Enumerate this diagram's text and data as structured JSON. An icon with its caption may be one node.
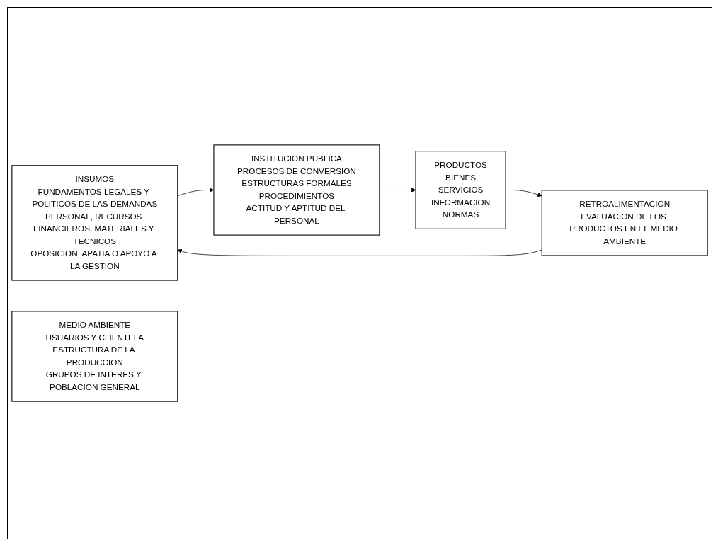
{
  "diagram": {
    "nodes": [
      {
        "text": [
          "INSUMOS",
          "FUNDAMENTOS LEGALES Y POLITICOS DE LAS DEMANDAS",
          "PERSONAL, RECURSOS FINANCIEROS, MATERIALES Y TECNICOS",
          "OPOSICION, APATIA O APOYO A LA GESTION"
        ]
      },
      {
        "text": [
          "INSTITUCION PUBLICA",
          "PROCESOS DE CONVERSION",
          "ESTRUCTURAS FORMALES",
          "PROCEDIMIENTOS",
          "ACTITUD Y APTITUD DEL PERSONAL"
        ]
      },
      {
        "text": [
          "PRODUCTOS",
          "BIENES",
          "SERVICIOS",
          "INFORMACION",
          "NORMAS"
        ]
      },
      {
        "text": [
          "RETROALIMENTACION",
          "EVALUACION DE LOS PRODUCTOS EN EL MEDIO AMBIENTE"
        ]
      },
      {
        "text": [
          "MEDIO AMBIENTE",
          "USUARIOS Y CLIENTELA",
          "ESTRUCTURA DE LA PRODUCCION",
          "GRUPOS DE INTERES Y POBLACION GENERAL"
        ]
      }
    ],
    "edges": [
      {
        "from": 0,
        "to": 1,
        "arrow": "to"
      },
      {
        "from": 1,
        "to": 2,
        "arrow": "to"
      },
      {
        "from": 2,
        "to": 3,
        "arrow": "to"
      },
      {
        "from": 3,
        "to": 0,
        "arrow": "to"
      }
    ]
  }
}
